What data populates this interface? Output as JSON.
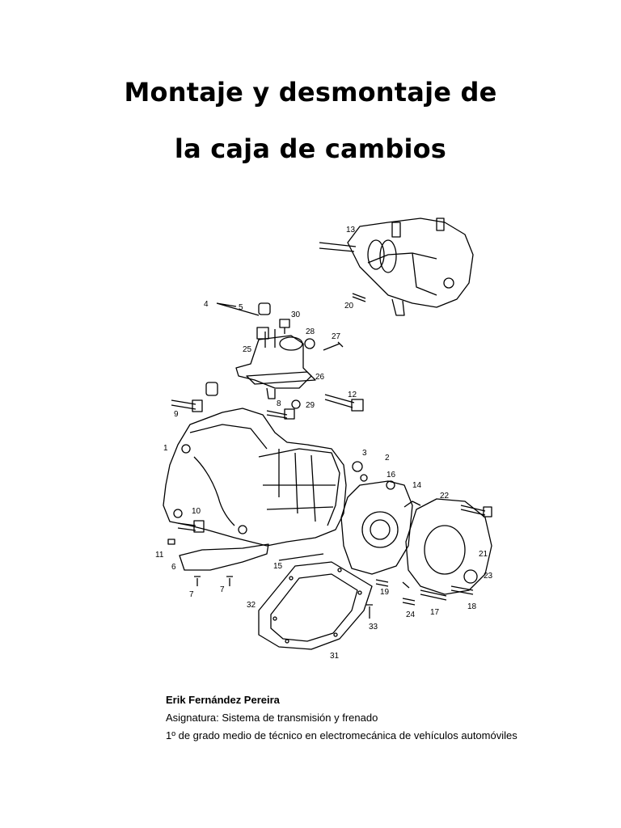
{
  "title": {
    "line1": "Montaje y desmontaje de",
    "line2": "la caja de cambios"
  },
  "diagram": {
    "labels": [
      "13",
      "20",
      "4",
      "5",
      "30",
      "28",
      "27",
      "25",
      "26",
      "9",
      "8",
      "29",
      "12",
      "1",
      "3",
      "2",
      "16",
      "14",
      "22",
      "10",
      "11",
      "6",
      "7",
      "7",
      "15",
      "32",
      "33",
      "24",
      "17",
      "18",
      "19",
      "21",
      "23",
      "31"
    ]
  },
  "author": {
    "name": "Erik Fernández Pereira",
    "subject": "Asignatura: Sistema de transmisión y frenado",
    "course": "1º de grado medio de técnico en electromecánica de vehículos automóviles"
  }
}
